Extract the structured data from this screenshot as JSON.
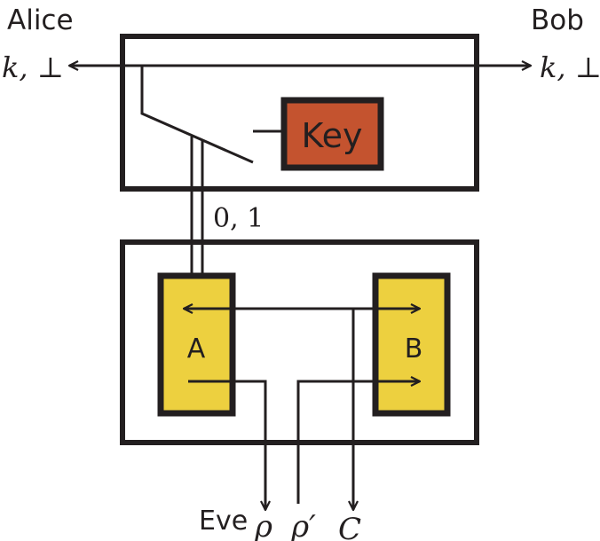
{
  "labels": {
    "alice": "Alice",
    "bob": "Bob",
    "alice_out": "k, ⊥",
    "bob_out": "k, ⊥",
    "key": "Key",
    "channel": "0, 1",
    "device_a": "A",
    "device_b": "B",
    "eve": "Eve",
    "rho": "ρ",
    "rho_prime": "ρ′",
    "c": "C"
  },
  "colors": {
    "key_fill": "#c4532f",
    "device_fill": "#edd03f",
    "stroke": "#231f20"
  }
}
